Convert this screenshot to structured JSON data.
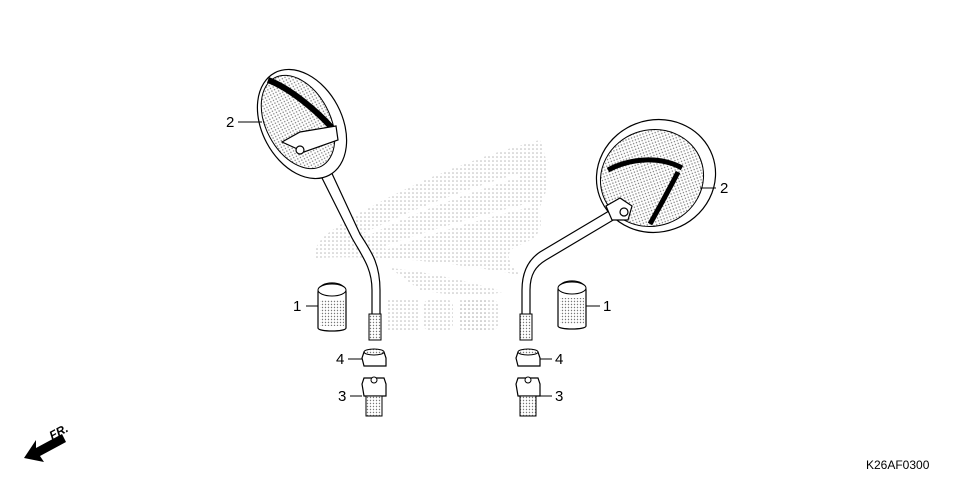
{
  "callouts": {
    "mirror_left": "2",
    "mirror_right": "2",
    "cap_left": "1",
    "cap_right": "1",
    "nut_left": "4",
    "nut_right": "4",
    "adapter_left": "3",
    "adapter_right": "3"
  },
  "watermark": {
    "brand": "HONDA",
    "icon": "honda-wing-logo"
  },
  "direction": {
    "label": "FR.",
    "icon": "front-direction-arrow-icon"
  },
  "diagram_code": "K26AF0300",
  "colors": {
    "line": "#000000",
    "halftone": "#d8d8d8",
    "background": "#ffffff"
  }
}
